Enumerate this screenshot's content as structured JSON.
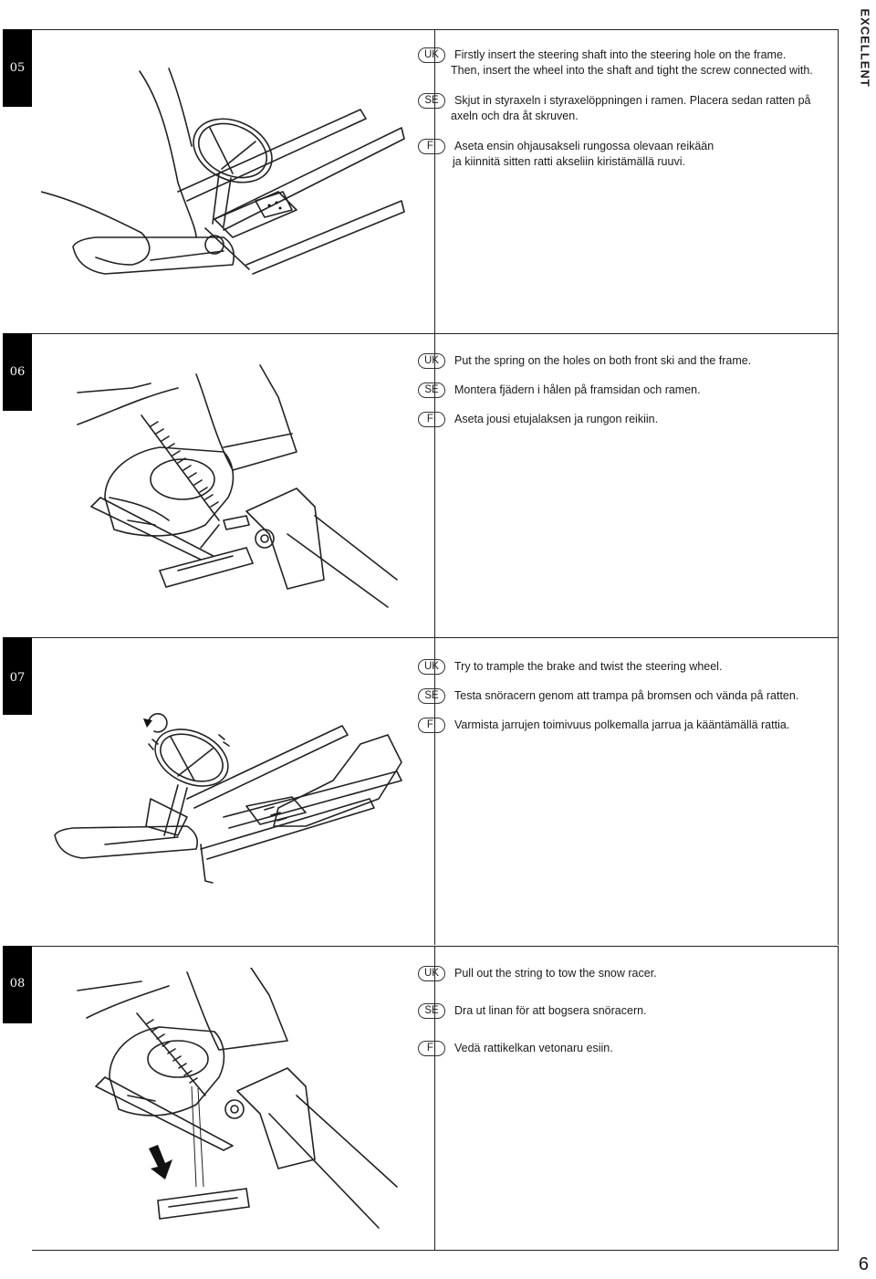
{
  "brand": "EXCELLENT",
  "page_number": "6",
  "steps": [
    {
      "number": "05",
      "lines": [
        {
          "code": "UK",
          "text": "Firstly insert the steering shaft into the steering hole on the frame."
        },
        {
          "code": "",
          "text": "Then, insert the wheel into the shaft and tight the screw connected with."
        },
        {
          "code": "SE",
          "text": "Skjut in styraxeln i styraxelöppningen i ramen. Placera sedan ratten på"
        },
        {
          "code": "",
          "text": "axeln och dra åt skruven."
        },
        {
          "code": "FI",
          "text": "Aseta ensin ohjausakseli rungossa olevaan reikään"
        },
        {
          "code": "",
          "text": "ja kiinnitä sitten ratti akseliin kiristämällä ruuvi."
        }
      ]
    },
    {
      "number": "06",
      "lines": [
        {
          "code": "UK",
          "text": "Put the spring on the holes on both front ski and the frame."
        },
        {
          "code": "SE",
          "text": "Montera fjädern i hålen på framsidan och ramen."
        },
        {
          "code": "FI",
          "text": "Aseta jousi etujalaksen ja rungon reikiin."
        }
      ]
    },
    {
      "number": "07",
      "lines": [
        {
          "code": "UK",
          "text": "Try to trample the brake and twist the steering wheel."
        },
        {
          "code": "SE",
          "text": "Testa snöracern genom att trampa på bromsen och vända på ratten."
        },
        {
          "code": "FI",
          "text": "Varmista jarrujen toimivuus polkemalla jarrua ja kääntämällä rattia."
        }
      ]
    },
    {
      "number": "08",
      "lines": [
        {
          "code": "UK",
          "text": "Pull out the string to tow the snow racer."
        },
        {
          "code": "SE",
          "text": "Dra ut linan för att bogsera snöracern."
        },
        {
          "code": "FI",
          "text": "Vedä rattikelkan vetonaru esiin."
        }
      ]
    }
  ]
}
